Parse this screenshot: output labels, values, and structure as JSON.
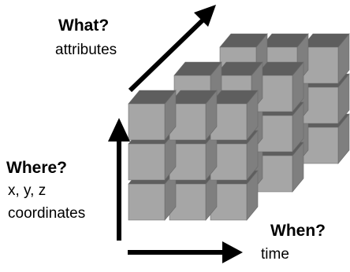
{
  "labels": {
    "what_title": "What?",
    "what_sub": "attributes",
    "where_title": "Where?",
    "where_sub1": "x, y, z",
    "where_sub2": "coordinates",
    "when_title": "When?",
    "when_sub": "time"
  },
  "colors": {
    "cube_top": "#5e5e5e",
    "cube_front": "#a6a6a6",
    "cube_side": "#7f7f7f",
    "arrow": "#000000"
  },
  "grid": {
    "layers": 3,
    "rows": 3,
    "cols": 3
  }
}
